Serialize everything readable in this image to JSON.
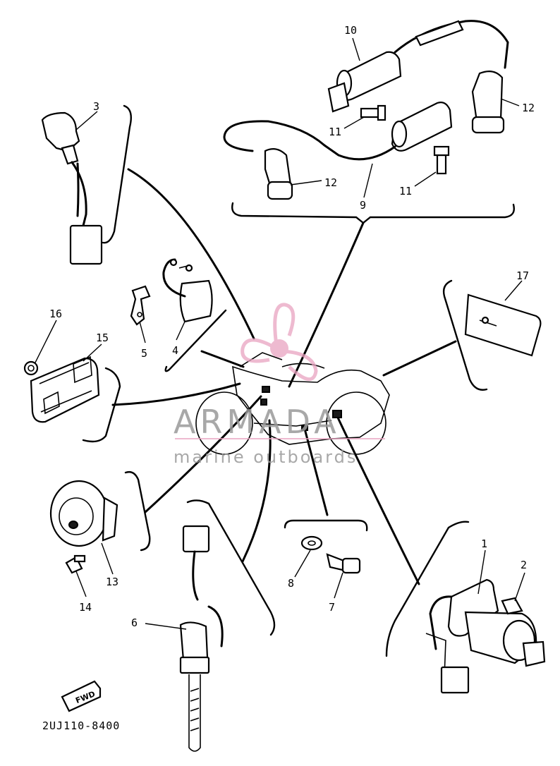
{
  "diagram": {
    "callouts": {
      "c1": "1",
      "c2": "2",
      "c3": "3",
      "c4": "4",
      "c5": "5",
      "c6": "6",
      "c7": "7",
      "c8": "8",
      "c9": "9",
      "c10": "10",
      "c11a": "11",
      "c11b": "11",
      "c12a": "12",
      "c12b": "12",
      "c13": "13",
      "c14": "14",
      "c15": "15",
      "c16": "16",
      "c17": "17"
    },
    "part_code": "2UJ110-8400",
    "fwd_label": "FWD"
  },
  "watermark": {
    "title": "ARMADA",
    "subtitle": "marine outboards",
    "accent_color": "#e9a3c1"
  }
}
